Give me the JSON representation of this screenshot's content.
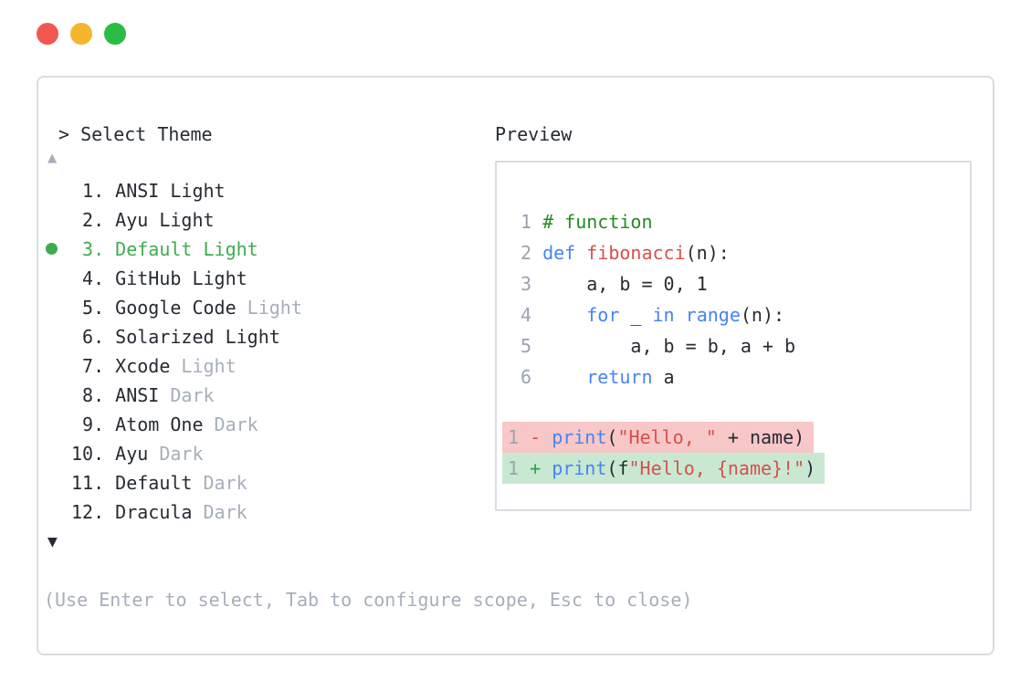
{
  "colors": {
    "text": "#262b33",
    "dim": "#a7aebb",
    "line_number": "#9aa3b0",
    "border": "#d9dce2",
    "green": "#3fab4f",
    "comment": "#228b22",
    "keyword": "#4684f2",
    "function": "#d5504c",
    "string": "#d5504c",
    "minus": "#d5504c",
    "plus": "#2f9e4f",
    "removed_bg": "#f8c7c7",
    "added_bg": "#c9e8d2",
    "dot_red": "#f2574f",
    "dot_yellow": "#f5b52e",
    "dot_green": "#2abd45"
  },
  "icons": {
    "scroll_up": "▲",
    "scroll_down": "▼"
  },
  "dialog": {
    "prompt": "> ",
    "title": "Select Theme",
    "help_text": "(Use Enter to select, Tab to configure scope, Esc to close)"
  },
  "theme_list": {
    "items": [
      {
        "number": " 1.",
        "name": "ANSI Light",
        "dim_suffix": "",
        "selected": false
      },
      {
        "number": " 2.",
        "name": "Ayu Light",
        "dim_suffix": "",
        "selected": false
      },
      {
        "number": " 3.",
        "name": "Default Light",
        "dim_suffix": "",
        "selected": true
      },
      {
        "number": " 4.",
        "name": "GitHub Light",
        "dim_suffix": "",
        "selected": false
      },
      {
        "number": " 5.",
        "name": "Google Code",
        "dim_suffix": " Light",
        "selected": false
      },
      {
        "number": " 6.",
        "name": "Solarized Light",
        "dim_suffix": "",
        "selected": false
      },
      {
        "number": " 7.",
        "name": "Xcode",
        "dim_suffix": " Light",
        "selected": false
      },
      {
        "number": " 8.",
        "name": "ANSI",
        "dim_suffix": " Dark",
        "selected": false
      },
      {
        "number": " 9.",
        "name": "Atom One",
        "dim_suffix": " Dark",
        "selected": false
      },
      {
        "number": "10.",
        "name": "Ayu",
        "dim_suffix": " Dark",
        "selected": false
      },
      {
        "number": "11.",
        "name": "Default",
        "dim_suffix": " Dark",
        "selected": false
      },
      {
        "number": "12.",
        "name": "Dracula",
        "dim_suffix": " Dark",
        "selected": false
      }
    ]
  },
  "preview": {
    "title": "Preview",
    "code_lines": [
      {
        "num": "1",
        "tokens": [
          {
            "t": "# function",
            "c": "comment"
          }
        ]
      },
      {
        "num": "2",
        "tokens": [
          {
            "t": "def",
            "c": "keyword"
          },
          {
            "t": " ",
            "c": "plain"
          },
          {
            "t": "fibonacci",
            "c": "function"
          },
          {
            "t": "(n):",
            "c": "plain"
          }
        ]
      },
      {
        "num": "3",
        "tokens": [
          {
            "t": "    a, b = 0, 1",
            "c": "plain"
          }
        ]
      },
      {
        "num": "4",
        "tokens": [
          {
            "t": "    ",
            "c": "plain"
          },
          {
            "t": "for",
            "c": "keyword"
          },
          {
            "t": " _ ",
            "c": "plain"
          },
          {
            "t": "in",
            "c": "keyword"
          },
          {
            "t": " ",
            "c": "plain"
          },
          {
            "t": "range",
            "c": "keyword"
          },
          {
            "t": "(n):",
            "c": "plain"
          }
        ]
      },
      {
        "num": "5",
        "tokens": [
          {
            "t": "        a, b = b, a + b",
            "c": "plain"
          }
        ]
      },
      {
        "num": "6",
        "tokens": [
          {
            "t": "    ",
            "c": "plain"
          },
          {
            "t": "return",
            "c": "keyword"
          },
          {
            "t": " a",
            "c": "plain"
          }
        ]
      },
      {
        "blank": true
      },
      {
        "num": "1",
        "highlight": "removed",
        "tokens": [
          {
            "t": "- ",
            "c": "minus"
          },
          {
            "t": "print",
            "c": "keyword"
          },
          {
            "t": "(",
            "c": "plain"
          },
          {
            "t": "\"Hello, \"",
            "c": "string"
          },
          {
            "t": " + name)",
            "c": "plain"
          }
        ]
      },
      {
        "num": "1",
        "highlight": "added",
        "tokens": [
          {
            "t": "+ ",
            "c": "plus"
          },
          {
            "t": "print",
            "c": "keyword"
          },
          {
            "t": "(f",
            "c": "plain"
          },
          {
            "t": "\"Hello, {name}!\"",
            "c": "string"
          },
          {
            "t": ")",
            "c": "plain"
          }
        ]
      }
    ]
  }
}
